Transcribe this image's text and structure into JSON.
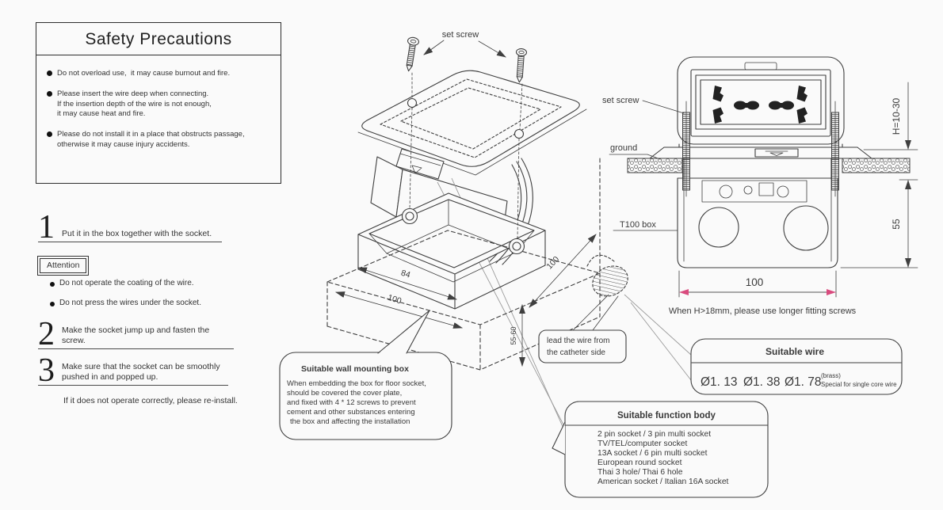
{
  "colors": {
    "line": "#3f3f3f",
    "magenta_arrow": "#d94b7e",
    "background": "#fafafa"
  },
  "safety": {
    "title": "Safety Precautions",
    "items": [
      "Do not overload use,  it may cause burnout and fire.",
      "Please insert the wire deep when connecting.\nIf the insertion depth of the wire is not enough,\nit may cause heat and fire.",
      "Please do not install it in a place that obstructs passage,\notherwise it may cause injury accidents."
    ]
  },
  "steps": {
    "step1": {
      "num": "1",
      "text": "Put it in the box together with the socket."
    },
    "attention": {
      "label": "Attention",
      "items": [
        "Do not operate the coating of the wire.",
        "Do not press the wires under the socket."
      ]
    },
    "step2": {
      "num": "2",
      "text": "Make the socket jump up and fasten the screw."
    },
    "step3": {
      "num": "3",
      "text_line1": "Make sure that the socket can be smoothly",
      "text_line2": "pushed in and popped up.",
      "note": "If it does not operate correctly, please re-install."
    }
  },
  "iso_view": {
    "set_screw_label": "set screw",
    "dim_84": "84",
    "dim_100_left": "100",
    "dim_100_right": "100",
    "dim_depth": "55-60"
  },
  "front_view": {
    "set_screw_label": "set screw",
    "ground_label": "ground",
    "t100_label": "T100 box",
    "dim_h": "H=10-30",
    "dim_55": "55",
    "dim_100": "100",
    "note": "When H>18mm, please use longer fitting screws"
  },
  "callouts": {
    "lead_wire": {
      "line1": "lead the wire from",
      "line2": "the catheter side"
    },
    "wall_box": {
      "title": "Suitable wall mounting box",
      "lines": [
        "When embedding the box for floor socket,",
        "should be covered the cover plate,",
        "and fixed with 4 * 12 screws  to prevent",
        "cement and other substances entering",
        "the box and affecting the installation"
      ]
    },
    "wire": {
      "title": "Suitable wire",
      "d1": "Ø1. 13",
      "d2": "Ø1. 38",
      "d3": "Ø1. 78",
      "note1": "(brass)",
      "note2": "Special for single core wire"
    },
    "function_body": {
      "title": "Suitable function body",
      "lines": [
        "2 pin socket  /  3 pin multi socket",
        "TV/TEL/computer socket",
        "13A socket / 6 pin multi socket",
        "European round socket",
        "Thai 3 hole/  Thai 6 hole",
        "American socket / Italian 16A socket"
      ]
    }
  }
}
